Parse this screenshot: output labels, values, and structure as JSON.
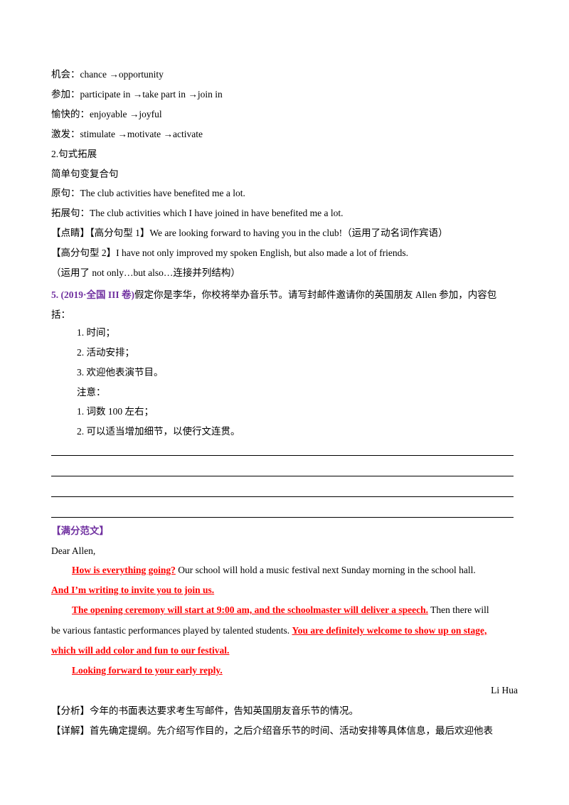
{
  "vocab": [
    "机会：chance →opportunity",
    "参加：participate in →take part in →join in",
    "愉快的：enjoyable →joyful",
    "激发：stimulate →motivate →activate"
  ],
  "section2_title": "2.句式拓展",
  "section2_sub": "简单句变复合句",
  "original": "原句：The club activities have benefited me a lot.",
  "extended": "拓展句：The club activities which I have joined in have benefited me a lot.",
  "highlight1": "【点睛】【高分句型 1】We are looking forward to having you in the club!（运用了动名词作宾语）",
  "highlight2": "【高分句型 2】I have not only improved my spoken English, but also made a lot of friends.",
  "highlight2_note": "（运用了 not only…but also…连接并列结构）",
  "q5": {
    "label": "5. (2019·全国 III 卷)",
    "text_line1": "假定你是李华，你校将举办音乐节。请写封邮件邀请你的英国朋友 Allen 参加，内容包",
    "text_line2": "括：",
    "items": [
      "1. 时间；",
      "2. 活动安排；",
      "3. 欢迎他表演节目。"
    ],
    "note_title": "注意：",
    "notes": [
      "1. 词数 100 左右；",
      "2. 可以适当增加细节，以使行文连贯。"
    ]
  },
  "model_title": "【满分范文】",
  "letter": {
    "greeting": "Dear Allen,",
    "p1_red": "How is everything going?",
    "p1_rest": " Our school will hold a music festival next Sunday morning in the school hall.",
    "p1_red2": "And I’m writing to invite you to join us.",
    "p2_red": "The opening ceremony will start at 9:00 am, and the schoolmaster will deliver a speech.",
    "p2_rest": " Then there will",
    "p2_line2": "be various fantastic performances played by talented students. ",
    "p2_red2": "You are definitely welcome to show up on stage, ",
    "p2_red3": "which will add color and fun to our festival.",
    "p3_red": "Looking forward to your early reply.",
    "signature": "Li Hua"
  },
  "analysis": "【分析】今年的书面表达要求考生写邮件，告知英国朋友音乐节的情况。",
  "detail": "【详解】首先确定提纲。先介绍写作目的，之后介绍音乐节的时间、活动安排等具体信息，最后欢迎他表"
}
